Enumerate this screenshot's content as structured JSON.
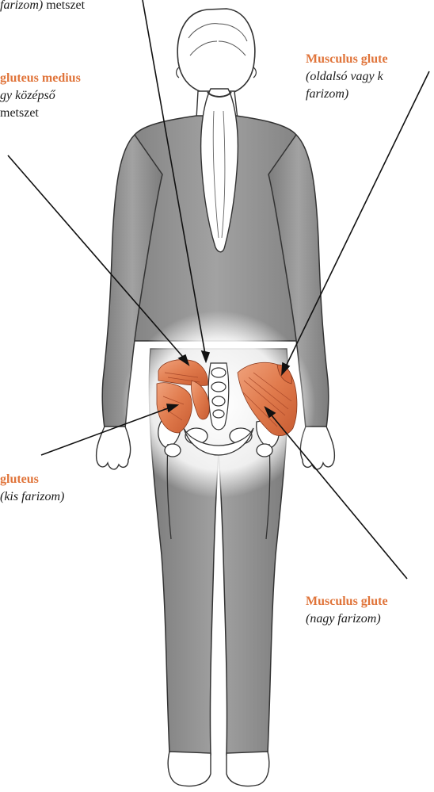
{
  "labels": {
    "top": {
      "l1_italic": "farizom)",
      "l1_plain": " metszet"
    },
    "medius": {
      "name": "gluteus medius",
      "l2": "gy középső",
      "l3": "metszet"
    },
    "lateral": {
      "name": "Musculus glute",
      "l2": "(oldalsó vagy k",
      "l3": "farizom)"
    },
    "minimus": {
      "name": "gluteus",
      "l2": "(kis farizom)"
    },
    "maximus": {
      "name": "Musculus glute",
      "l2": "(nagy farizom)"
    }
  },
  "colors": {
    "accent": "#e0743a",
    "muscle": "#e8875c",
    "clothing": "#8e8e8e",
    "line": "#111111"
  }
}
